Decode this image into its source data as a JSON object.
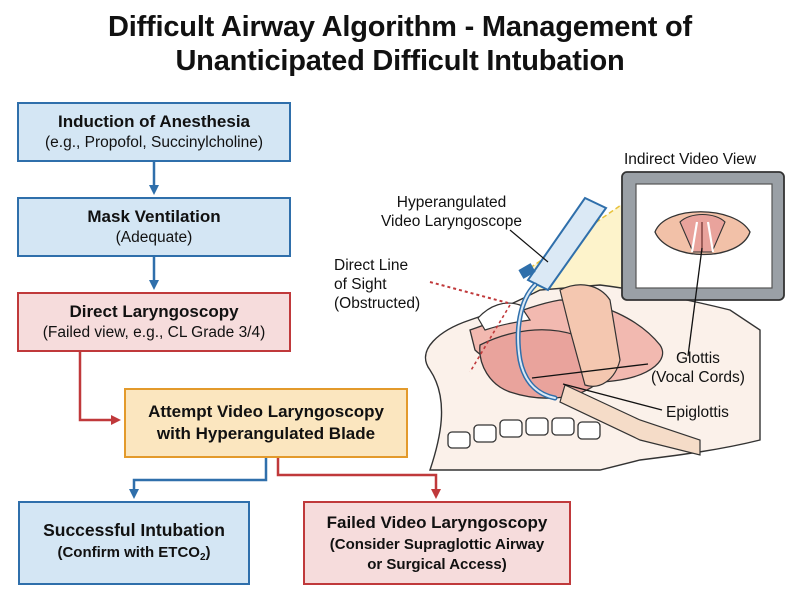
{
  "title": {
    "line1": "Difficult Airway Algorithm - Management of",
    "line2": "Unanticipated Difficult Intubation"
  },
  "flow": {
    "induction": {
      "label": "Induction of Anesthesia",
      "detail": "(e.g., Propofol, Succinylcholine)"
    },
    "mask": {
      "label": "Mask Ventilation",
      "detail": "(Adequate)"
    },
    "direct": {
      "label": "Direct Laryngoscopy",
      "detail": "(Failed view, e.g., CL Grade 3/4)"
    },
    "video": {
      "label_line1": "Attempt Video Laryngoscopy",
      "label_line2": "with Hyperangulated Blade"
    },
    "success": {
      "label": "Successful Intubation",
      "detail_prefix": "(Confirm with ETCO",
      "detail_sub": "2",
      "detail_suffix": ")"
    },
    "failed": {
      "label": "Failed Video Laryngoscopy",
      "detail_line1": "(Consider Supraglottic Airway",
      "detail_line2": "or Surgical Access)"
    }
  },
  "illustration": {
    "indirect_view": "Indirect Video View",
    "hyper_line1": "Hyperangulated",
    "hyper_line2": "Video Laryngoscope",
    "direct_line1": "Direct Line",
    "direct_line2": "of Sight",
    "direct_line3": "(Obstructed)",
    "glottis_line1": "Glottis",
    "glottis_line2": "(Vocal Cords)",
    "epiglottis": "Epiglottis"
  },
  "colors": {
    "blue_border": "#2f6fab",
    "blue_fill": "#d4e6f4",
    "red_border": "#c0393b",
    "red_fill": "#f6dcdc",
    "yellow_border": "#e39a2b",
    "yellow_fill": "#fbe6bf"
  }
}
